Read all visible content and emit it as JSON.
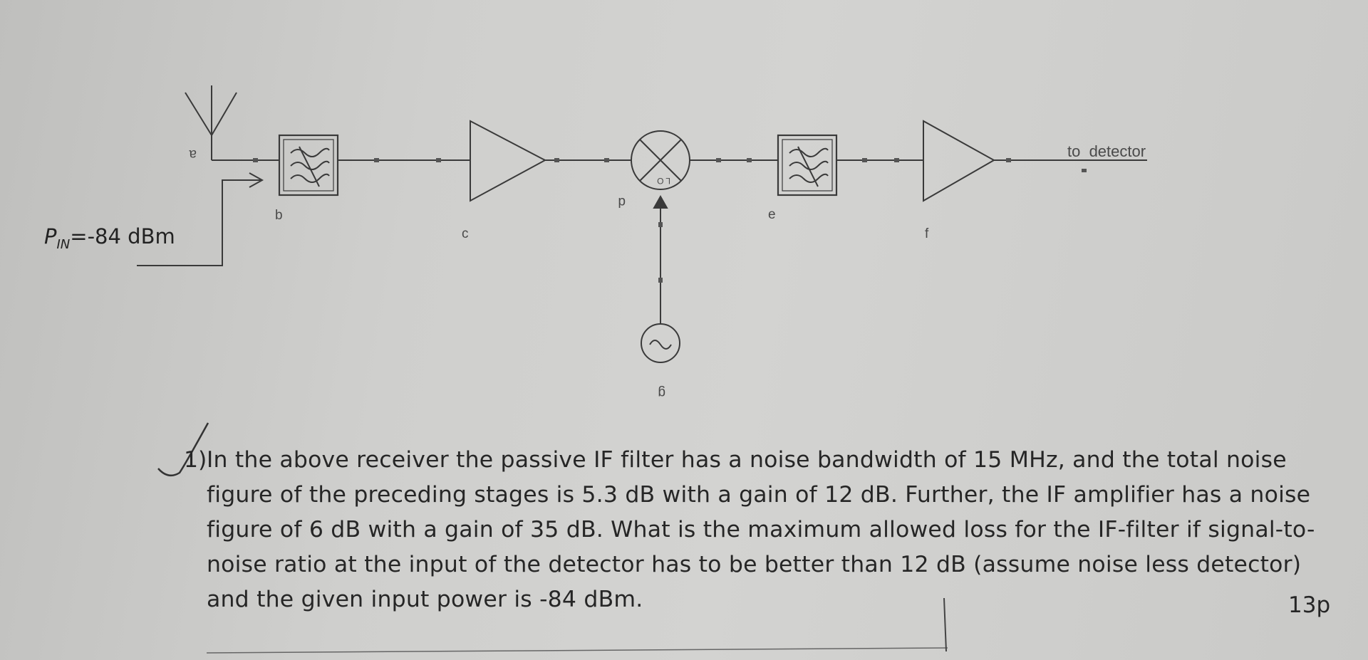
{
  "diagram": {
    "labels": {
      "a": "a",
      "b": "b",
      "c": "c",
      "d": "d",
      "e": "e",
      "f": "f",
      "g": "g",
      "lo": "L O",
      "to_detector": "to  detector"
    },
    "pin": {
      "prefix": "P",
      "subscript": "IN",
      "suffix": "=-84 dBm"
    }
  },
  "question": {
    "number": "1)",
    "text": "In the above receiver the passive IF filter has a noise bandwidth of 15 MHz, and the total noise figure of the preceding stages is 5.3 dB with a gain of 12 dB. Further, the IF amplifier has a noise figure of 6 dB with a gain of 35 dB. What is the maximum allowed loss for the IF-filter if signal-to-noise ratio at the input of the detector has to be better than 12 dB (assume noise less detector) and the given input power is -84 dBm.",
    "points": "13p"
  }
}
